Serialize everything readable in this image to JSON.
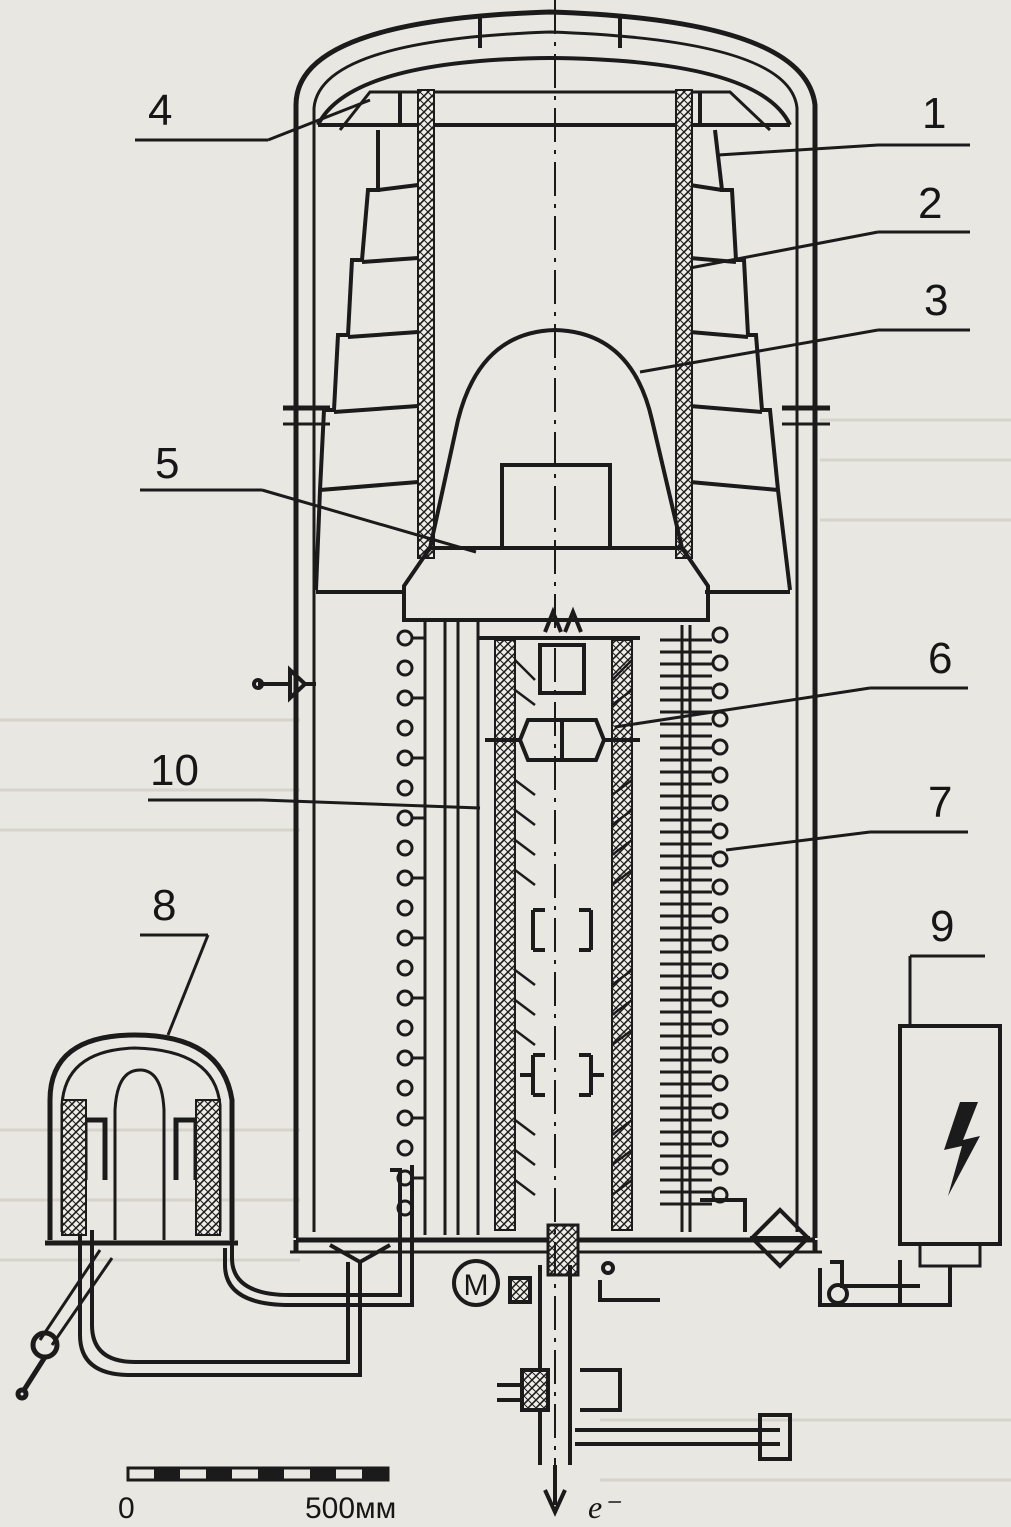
{
  "labels": {
    "l1": "1",
    "l2": "2",
    "l3": "3",
    "l4": "4",
    "l5": "5",
    "l6": "6",
    "l7": "7",
    "l8": "8",
    "l9": "9",
    "l10": "10"
  },
  "motor": "M",
  "beam": "e⁻",
  "scale": {
    "start": "0",
    "end": "500мм"
  },
  "colors": {
    "ink": "#1b1b1b",
    "paper": "#e9e7e2"
  },
  "icons": {
    "power_supply": "lightning-bolt-icon"
  }
}
